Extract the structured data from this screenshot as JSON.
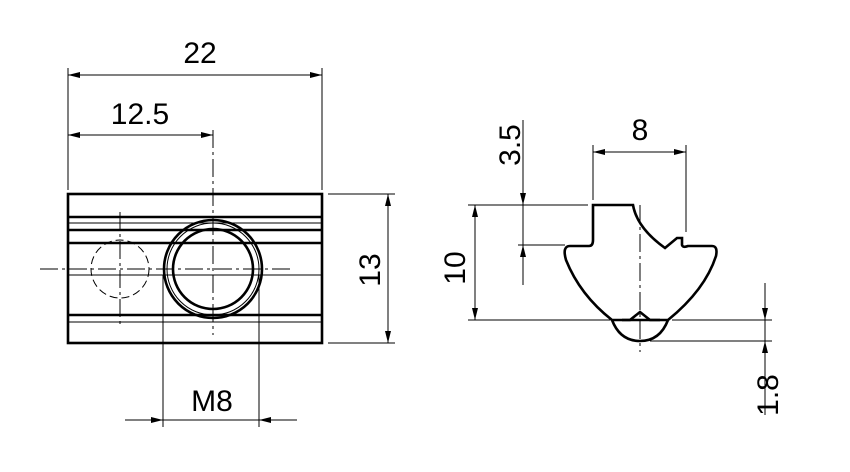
{
  "drawing": {
    "front_view": {
      "dimensions": {
        "overall_length": "22",
        "hole_offset": "12.5",
        "height": "13",
        "thread": "M8"
      }
    },
    "side_view": {
      "dimensions": {
        "width_top": "8",
        "step_height": "3.5",
        "overall_height": "10",
        "bump_depth": "1.8"
      }
    }
  }
}
